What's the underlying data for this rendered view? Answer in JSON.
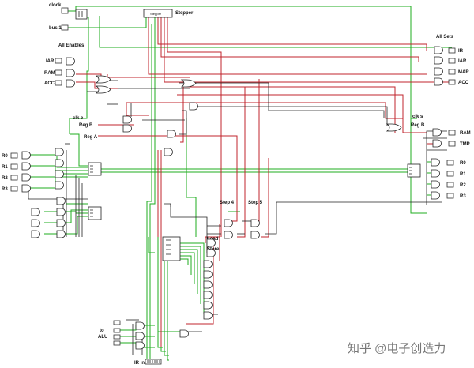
{
  "labels": {
    "clock": "clock",
    "bus1": "bus 1",
    "stepper": "Stepper",
    "all_enables": "All Enables",
    "all_sets": "All Sets",
    "iar_left": "IAR",
    "ram_left": "RAM",
    "acc_left": "ACC",
    "ir_right": "IR",
    "iar_right": "IAR",
    "mar_right": "MAR",
    "acc_right": "ACC",
    "clk_e": "clk e",
    "clk_s": "clk s",
    "reg_b_left": "Reg B",
    "reg_a": "Reg A",
    "reg_b_right": "Reg B",
    "ram_right": "RAM",
    "tmp_right": "TMP",
    "r0_left": "R0",
    "r1_left": "R1",
    "r2_left": "R2",
    "r3_left": "R3",
    "r0_right": "R0",
    "r1_right": "R1",
    "r2_right": "R2",
    "r3_right": "R3",
    "step4": "Step 4",
    "step5": "Step 5",
    "load": "Load",
    "store": "Store",
    "to_alu_1": "to",
    "to_alu_2": "ALU",
    "ir_in": "IR in"
  },
  "watermark": "知乎 @电子创造力",
  "colors": {
    "wire_active": "#1fae1f",
    "wire_inactive": "#c0242c",
    "wire_neutral": "#222222",
    "background": "#ffffff"
  }
}
